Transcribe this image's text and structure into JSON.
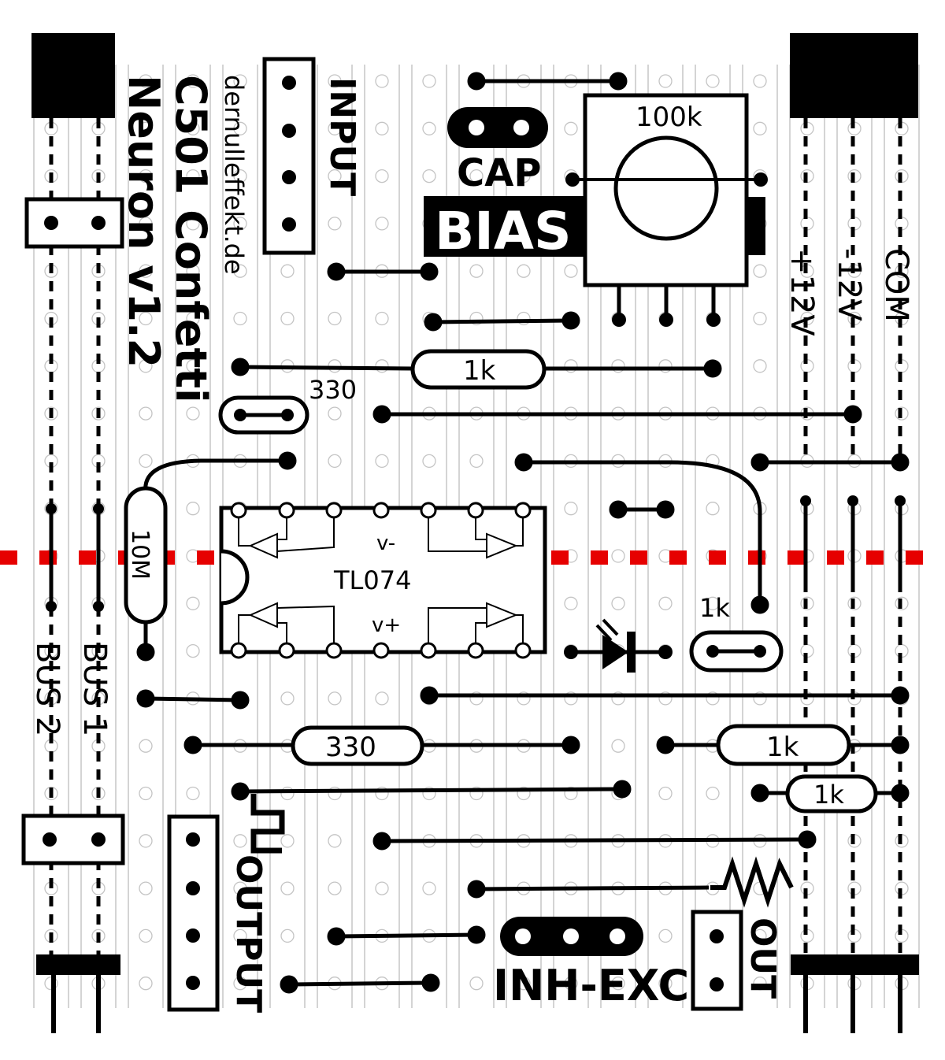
{
  "title": {
    "line1": "C501 Confetti",
    "line2": "Neuron v1.2",
    "website": "dernulleffekt.de"
  },
  "labels": {
    "input": "INPUT",
    "output": "OUTPUT",
    "cap": "CAP",
    "bias": "BIAS",
    "inh_exc": "INH-EXC",
    "out": "OUT",
    "bus1": "BUS 1",
    "bus2": "BUS 2",
    "plus12v": "+12V",
    "minus12v": "-12V",
    "com": "COM"
  },
  "components": {
    "pot_value": "100k",
    "ic_name": "TL074",
    "ic_vminus": "v-",
    "ic_vplus": "v+",
    "r_1k_top": "1k",
    "r_330_top": "330",
    "r_10m": "10M",
    "r_1k_vertical": "1k",
    "r_330_bottom": "330",
    "r_1k_right_a": "1k",
    "r_1k_right_b": "1k"
  },
  "colors": {
    "ink": "#000000",
    "strip": "#b8b8b8",
    "cut_line": "#e60000"
  }
}
